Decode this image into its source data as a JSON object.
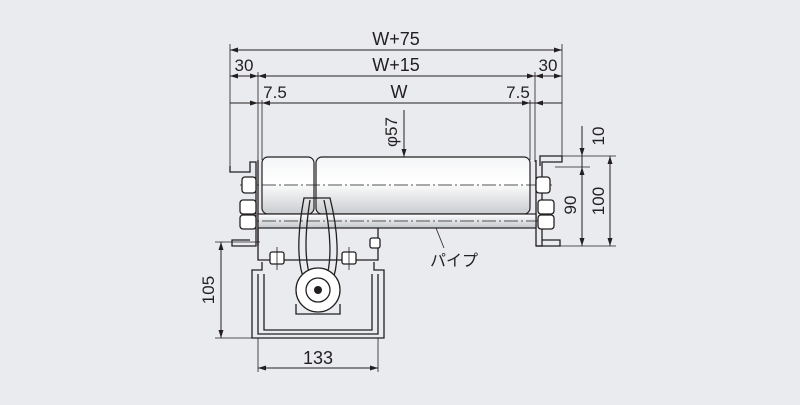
{
  "dimensions": {
    "overall_width": "W+75",
    "side_left": "30",
    "frame_width": "W+15",
    "side_right": "30",
    "offset_left": "7.5",
    "roller_width": "W",
    "offset_right": "7.5",
    "roller_diameter": "φ57",
    "top_offset": "10",
    "roller_height": "90",
    "frame_height": "100",
    "stand_height": "105",
    "stand_width": "133"
  },
  "labels": {
    "pipe": "パイプ"
  }
}
